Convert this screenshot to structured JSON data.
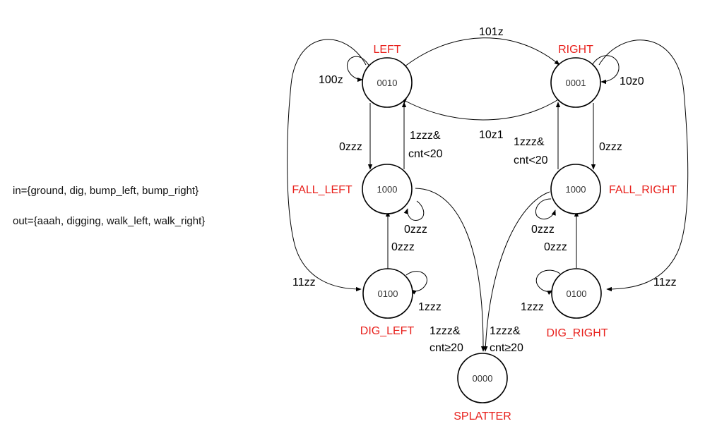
{
  "io": {
    "inputs": "in={ground, dig, bump_left, bump_right}",
    "outputs": "out={aaah, digging, walk_left, walk_right}"
  },
  "colors": {
    "state_name": "#e8201c",
    "line": "#000000"
  },
  "states": {
    "left": {
      "name": "LEFT",
      "code": "0010"
    },
    "right": {
      "name": "RIGHT",
      "code": "0001"
    },
    "fall_left": {
      "name": "FALL_LEFT",
      "code": "1000"
    },
    "fall_right": {
      "name": "FALL_RIGHT",
      "code": "1000"
    },
    "dig_left": {
      "name": "DIG_LEFT",
      "code": "0100"
    },
    "dig_right": {
      "name": "DIG_RIGHT",
      "code": "0100"
    },
    "splatter": {
      "name": "SPLATTER",
      "code": "0000"
    }
  },
  "transitions": {
    "left_to_right": "101z",
    "right_to_left": "10z1",
    "left_self": "100z",
    "right_self": "10z0",
    "left_to_fall_left": "0zzz",
    "right_to_fall_right": "0zzz",
    "fall_left_to_left_1": "1zzz&",
    "fall_left_to_left_2": "cnt<20",
    "fall_right_to_right_1": "1zzz&",
    "fall_right_to_right_2": "cnt<20",
    "fall_left_self": "0zzz",
    "fall_right_self": "0zzz",
    "dig_left_to_fall_left": "0zzz",
    "dig_right_to_fall_right": "0zzz",
    "dig_left_self": "1zzz",
    "dig_right_self": "1zzz",
    "left_to_dig_left": "11zz",
    "right_to_dig_right": "11zz",
    "fall_left_to_splatter_1": "1zzz&",
    "fall_left_to_splatter_2": "cnt≥20",
    "fall_right_to_splatter_1": "1zzz&",
    "fall_right_to_splatter_2": "cnt≥20"
  }
}
